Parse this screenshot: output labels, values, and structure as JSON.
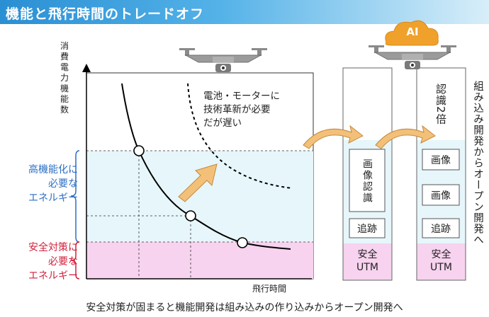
{
  "title": "機能と飛行時間のトレードオフ",
  "chart": {
    "ylabel": "消費電力機能数",
    "xlabel": "飛行時間",
    "note_lines": [
      "電池・モーターに",
      "技術革新が必要",
      "だが遅い"
    ]
  },
  "bands": {
    "performance_lines": [
      "高機能化に",
      "必要な",
      "エネルギー"
    ],
    "safety_lines": [
      "安全対策に",
      "必要な",
      "エネルギー"
    ]
  },
  "columns": {
    "col1": {
      "image_recognition": "画像認識",
      "tracking": "追跡",
      "utm_lines": [
        "安全",
        "UTM"
      ]
    },
    "col2": {
      "top_label": "認識2倍",
      "image_a": "画像",
      "image_b": "画像",
      "tracking": "追跡",
      "utm_lines": [
        "安全",
        "UTM"
      ],
      "ai_badge": "AI"
    },
    "side_label": "組み込み開発からオープン開発へ"
  },
  "caption": "安全対策が固まると機能開発は組み込みの作り込みからオープン開発へ",
  "colors": {
    "header_blue": "#2a8fd3",
    "blue_band": "#e6f6fa",
    "pink_band": "#f7d3ef",
    "arrow_orange": "#f3c07a",
    "ai_cloud": "#f0a12b",
    "blue_text": "#2b6fc4",
    "red_text": "#d21f3a"
  },
  "icons": [
    "drone-icon",
    "camera-icon",
    "cloud-icon"
  ]
}
